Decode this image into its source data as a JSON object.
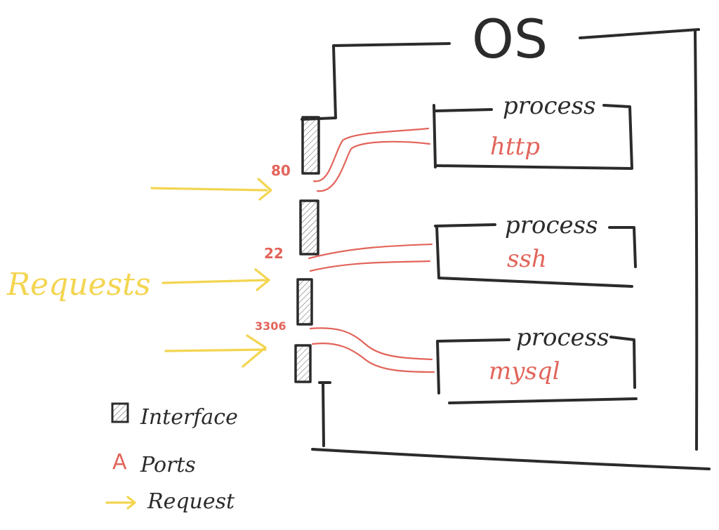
{
  "diagram": {
    "os_label": "OS",
    "processes": [
      {
        "title": "process",
        "name": "http"
      },
      {
        "title": "process",
        "name": "ssh"
      },
      {
        "title": "process",
        "name": "mysql"
      }
    ],
    "ports": [
      "80",
      "22",
      "3306"
    ],
    "requests_label": "Requests",
    "legend": {
      "interface": "Interface",
      "ports_marker": "A",
      "ports": "Ports",
      "request": "Request"
    },
    "colors": {
      "ink": "#2b2b2b",
      "port_and_link": "#e2645a",
      "request": "#f3d550"
    }
  }
}
